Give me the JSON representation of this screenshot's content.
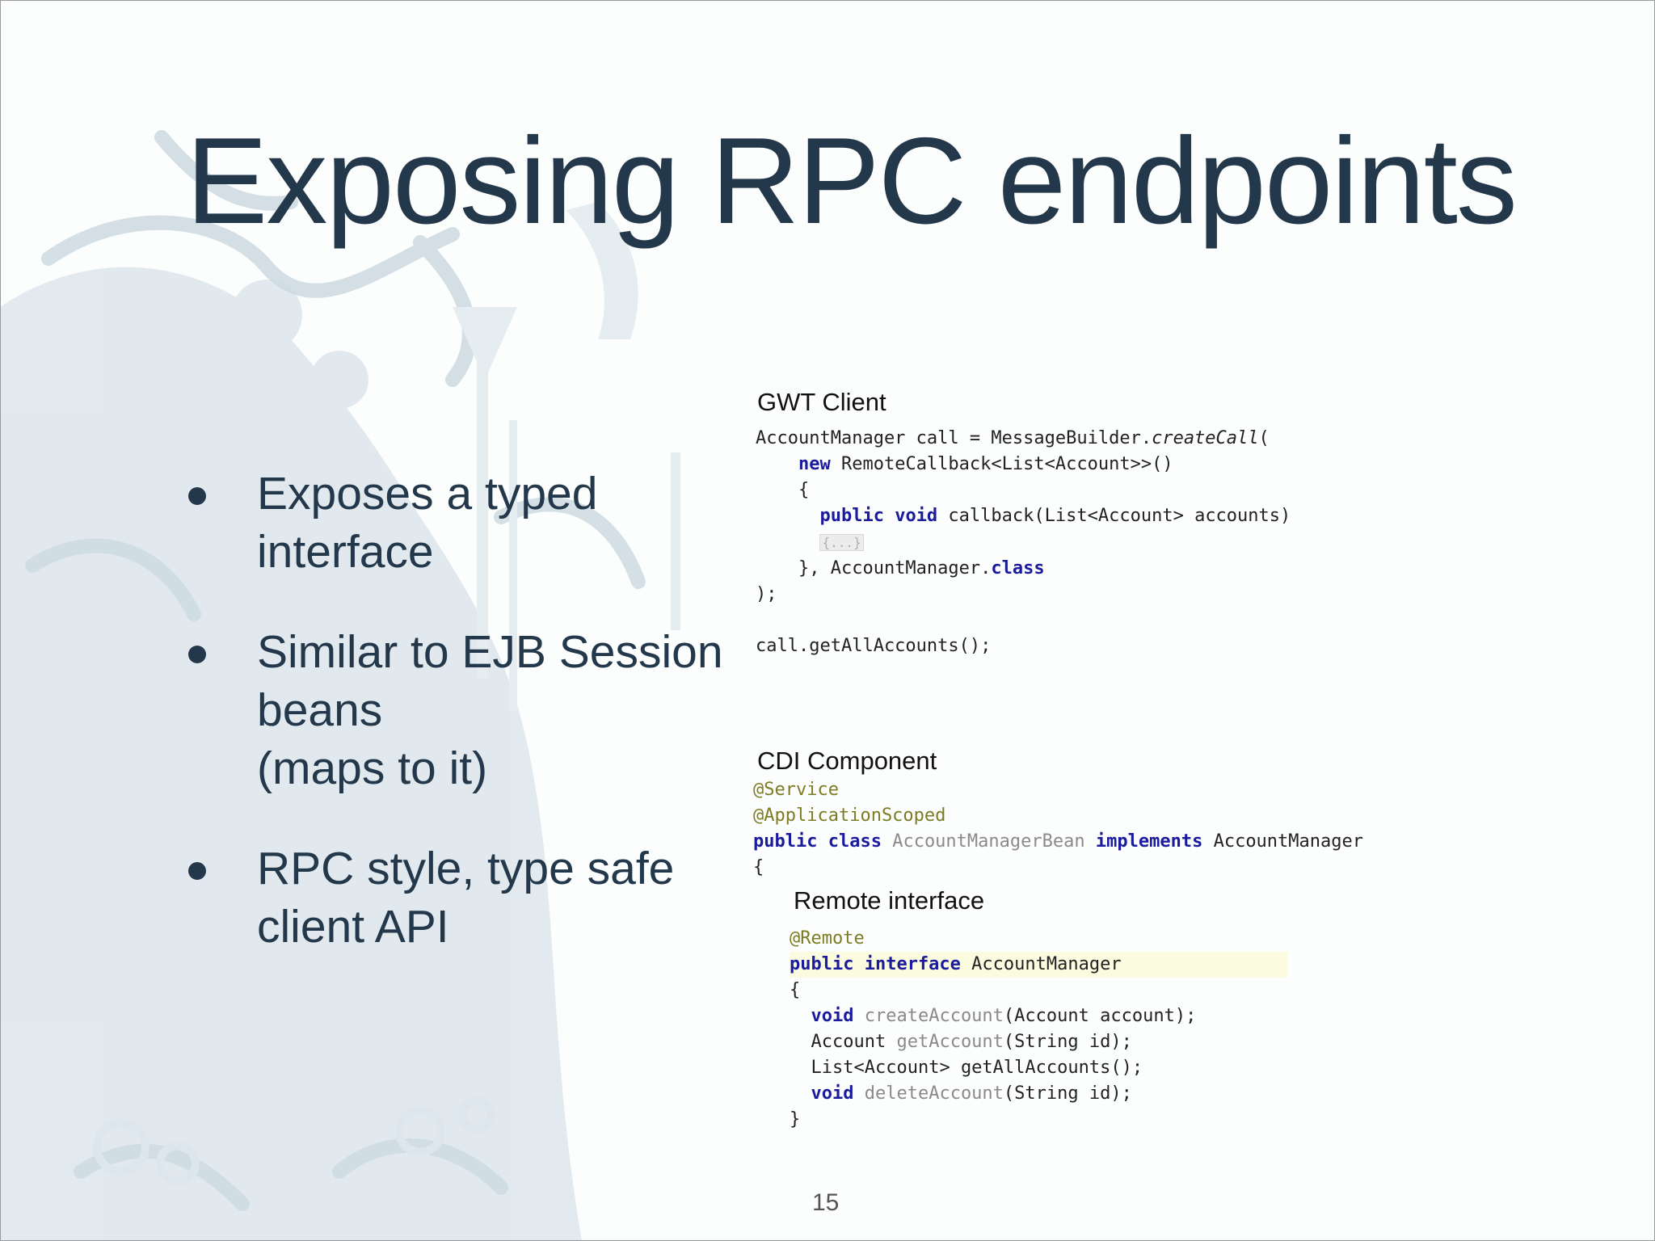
{
  "slide": {
    "title": "Exposing RPC endpoints",
    "page_number": "15",
    "accent_color": "#24384b"
  },
  "bullets": [
    {
      "text": "Exposes a typed\ninterface"
    },
    {
      "text": "Similar to EJB Session\nbeans\n(maps to it)"
    },
    {
      "text": "RPC style, type safe\nclient API"
    }
  ],
  "gwt_client": {
    "label": "GWT Client",
    "line1_a": "AccountManager call = MessageBuilder.",
    "line1_b": "createCall",
    "line1_c": "(",
    "line2_kw": "new",
    "line2_rest": " RemoteCallback<List<Account>>()",
    "line3": "{",
    "line4_kw": "public void",
    "line4_rest": " callback(List<Account> accounts)",
    "line5_fold": "{...}",
    "line6_a": "}, AccountManager.",
    "line6_kw": "class",
    "line7": ");",
    "line9": "call.getAllAccounts();"
  },
  "cdi_component": {
    "label": "CDI Component",
    "ann1": "@Service",
    "ann2": "@ApplicationScoped",
    "kw_public_class": "public class",
    "class_name": "AccountManagerBean",
    "kw_implements": "implements",
    "iface_name": "AccountManager",
    "brace": "{"
  },
  "remote_interface": {
    "label": "Remote interface",
    "ann": "@Remote",
    "kw_decl": "public interface",
    "name": "AccountManager",
    "open": "{",
    "m1_kw": "void",
    "m1_name": "createAccount",
    "m1_args": "(Account account);",
    "m2_type": "Account",
    "m2_name": "getAccount",
    "m2_args": "(String id);",
    "m3_type": "List<Account>",
    "m3_name": "getAllAccounts",
    "m3_args": "();",
    "m4_kw": "void",
    "m4_name": "deleteAccount",
    "m4_args": "(String id);",
    "close": "}"
  }
}
